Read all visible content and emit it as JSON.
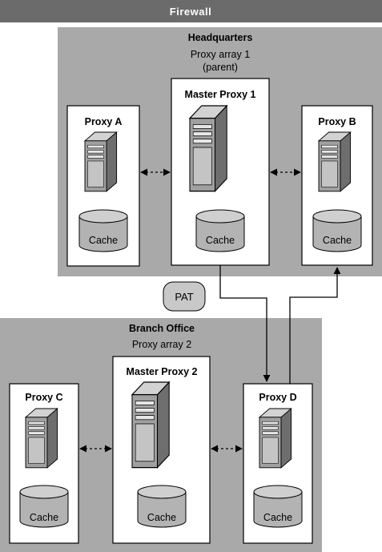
{
  "firewall": {
    "label": "Firewall"
  },
  "headquarters": {
    "title": "Headquarters",
    "subtitle_line1": "Proxy array 1",
    "subtitle_line2": "(parent)",
    "proxies": [
      {
        "label": "Proxy A",
        "cache_label": "Cache"
      },
      {
        "label": "Master Proxy 1",
        "cache_label": "Cache"
      },
      {
        "label": "Proxy B",
        "cache_label": "Cache"
      }
    ]
  },
  "pat": {
    "label": "PAT"
  },
  "branch_office": {
    "title": "Branch Office",
    "subtitle_line1": "Proxy array 2",
    "proxies": [
      {
        "label": "Proxy C",
        "cache_label": "Cache"
      },
      {
        "label": "Master Proxy 2",
        "cache_label": "Cache"
      },
      {
        "label": "Proxy D",
        "cache_label": "Cache"
      }
    ]
  },
  "colors": {
    "firewall_bar": "#6b6b6b",
    "zone_fill": "#a9a9a9",
    "box_fill": "#ffffff",
    "server_front": "#a0a0a0",
    "server_side": "#6e6e6e",
    "cache_fill": "#b3b3b3",
    "line": "#000000"
  }
}
